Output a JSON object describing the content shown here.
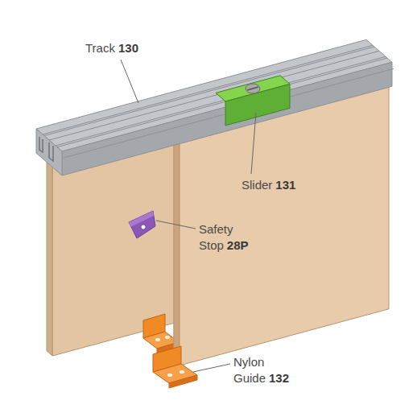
{
  "diagram": {
    "labels": [
      "Track",
      "130",
      "Slider",
      "131",
      "Safety Stop",
      "28P",
      "Nylon Guide",
      "132"
    ]
  }
}
